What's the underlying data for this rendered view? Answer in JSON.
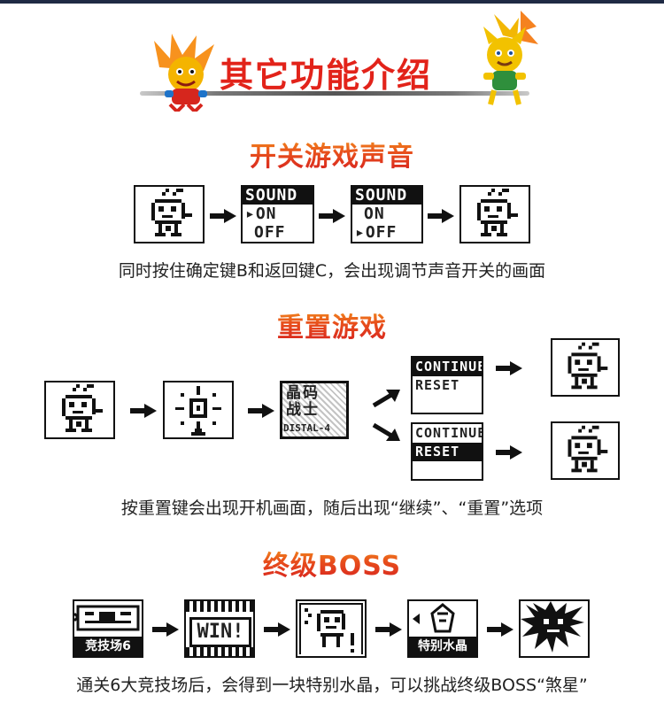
{
  "header": {
    "title": "其它功能介绍"
  },
  "sound": {
    "title": "开关游戏声音",
    "caption": "同时按住确定键B和返回键C，会出现调节声音开关的画面",
    "menu_header": "SOUND",
    "on_label": "▸ON",
    "off_label": "OFF",
    "on_label_plain": "ON",
    "off_label_sel": "▸OFF"
  },
  "reset": {
    "title": "重置游戏",
    "caption": "按重置键会出现开机画面，随后出现“继续”、“重置”选项",
    "logo_line1": "晶码",
    "logo_line2": "战士",
    "logo_model": "DISTAL-4",
    "continue_label": "CONTINUE",
    "reset_label": "RESET"
  },
  "boss": {
    "title": "终级BOSS",
    "caption": "通关6大竞技场后，会得到一块特别水晶，可以挑战终级BOSS“煞星”",
    "arena_label": "竞技场6",
    "win_label": "WIN!",
    "crystal_label": "特别水晶"
  },
  "colors": {
    "accent": "#e2231a",
    "gradient_top": "#f6a21c",
    "gradient_bottom": "#d61f1f"
  }
}
